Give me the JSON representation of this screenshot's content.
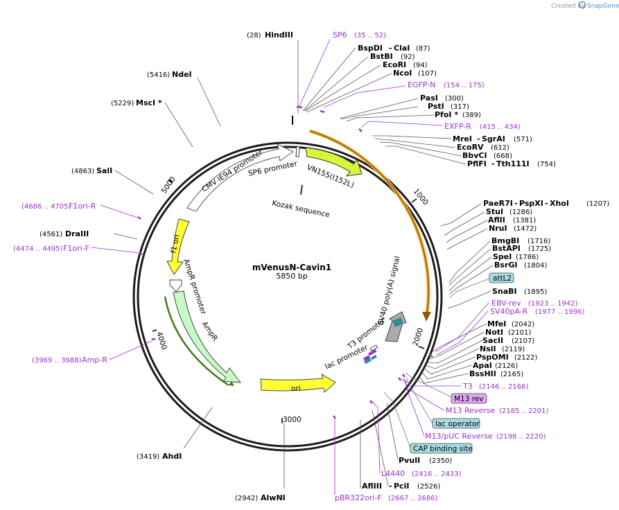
{
  "credit": {
    "text": "Created by",
    "brand": "SnapGene"
  },
  "plasmid": {
    "name": "mVenusN-Cavin1",
    "size": "5850 bp"
  },
  "ticks": [
    "1000",
    "2000",
    "3000",
    "4000",
    "5000"
  ],
  "features": {
    "cmv": "CMV IE94 promoter",
    "sp6": "SP6 promoter",
    "vn155": "VN155(I152L)",
    "kozak": "Kozak sequence",
    "f1ori": "f1 ori",
    "ampr_promoter": "AmpR promoter",
    "ampr": "AmpR",
    "ori": "ori",
    "sv40": "SV40 poly(A) signal",
    "t3": "T3 promoter",
    "lac": "lac promoter"
  },
  "enzymes": [
    {
      "name": "HindIII",
      "pos": "(28)"
    },
    {
      "name": "BspDI",
      "extra": "ClaI",
      "pos": "(87)"
    },
    {
      "name": "BstBI",
      "pos": "(92)"
    },
    {
      "name": "EcoRI",
      "pos": "(94)"
    },
    {
      "name": "NcoI",
      "pos": "(107)"
    },
    {
      "name": "PasI",
      "pos": "(300)"
    },
    {
      "name": "PstI",
      "pos": "(317)"
    },
    {
      "name": "PfoI *",
      "pos": "(389)"
    },
    {
      "name": "MreI",
      "extra": "SgrAI",
      "pos": "(571)"
    },
    {
      "name": "EcoRV",
      "pos": "(612)"
    },
    {
      "name": "BbvCI",
      "pos": "(668)"
    },
    {
      "name": "PflFI",
      "extra": "Tth111I",
      "pos": "(754)"
    },
    {
      "name": "PaeR7I",
      "extra": "PspXI",
      "extra2": "XhoI",
      "pos": "(1207)"
    },
    {
      "name": "StuI",
      "pos": "(1286)"
    },
    {
      "name": "AflII",
      "pos": "(1381)"
    },
    {
      "name": "NruI",
      "pos": "(1472)"
    },
    {
      "name": "BmgBI",
      "pos": "(1716)"
    },
    {
      "name": "BstAPI",
      "pos": "(1725)"
    },
    {
      "name": "SpeI",
      "pos": "(1786)"
    },
    {
      "name": "BsrGI",
      "pos": "(1804)"
    },
    {
      "name": "SnaBI",
      "pos": "(1895)"
    },
    {
      "name": "MfeI",
      "pos": "(2042)"
    },
    {
      "name": "NotI",
      "pos": "(2101)"
    },
    {
      "name": "SacII",
      "pos": "(2107)"
    },
    {
      "name": "NsiI",
      "pos": "(2119)"
    },
    {
      "name": "PspOMI",
      "pos": "(2122)"
    },
    {
      "name": "ApaI",
      "pos": "(2126)"
    },
    {
      "name": "BssHII",
      "pos": "(2165)"
    },
    {
      "name": "PvuII",
      "pos": "(2350)"
    },
    {
      "name": "AflIII",
      "extra": "PciI",
      "pos": "(2526)"
    },
    {
      "name": "AlwNI",
      "pos": "(2942)"
    },
    {
      "name": "AhdI",
      "pos": "(3419)"
    },
    {
      "name": "DraIII",
      "pos": "(4561)"
    },
    {
      "name": "SalI",
      "pos": "(4863)"
    },
    {
      "name": "MscI *",
      "pos": "(5229)"
    },
    {
      "name": "NdeI",
      "pos": "(5416)"
    }
  ],
  "primers": [
    {
      "name": "SP6",
      "range": "(35 .. 52)"
    },
    {
      "name": "EGFP-N",
      "range": "(154 .. 175)"
    },
    {
      "name": "EXFP-R",
      "range": "(415 .. 434)"
    },
    {
      "name": "EBV-rev",
      "range": "(1923 .. 1942)"
    },
    {
      "name": "SV40pA-R",
      "range": "(1977 .. 1996)"
    },
    {
      "name": "T3",
      "range": "(2146 .. 2166)"
    },
    {
      "name": "M13 Reverse",
      "range": "(2185 .. 2201)"
    },
    {
      "name": "M13/pUC Reverse",
      "range": "(2198 .. 2220)"
    },
    {
      "name": "L4440",
      "range": "(2416 .. 2433)"
    },
    {
      "name": "pBR322ori-F",
      "range": "(2667 .. 2686)"
    },
    {
      "name": "Amp-R",
      "range": "(3969 .. 3988)"
    },
    {
      "name": "F1ori-F",
      "range": "(4474 .. 4495)"
    },
    {
      "name": "F1ori-R",
      "range": "(4686 .. 4705)"
    }
  ],
  "boxes": {
    "attl2": "attL2",
    "m13rev": "M13 rev",
    "lacop": "lac operator",
    "cap": "CAP binding site"
  },
  "colors": {
    "primer": "#9b2fd1",
    "vn155": "#d8f53a",
    "ori": "#ffff33",
    "ampr": "#c8fac8",
    "sv40": "#2e8b9a",
    "orange": "#f0b040"
  }
}
